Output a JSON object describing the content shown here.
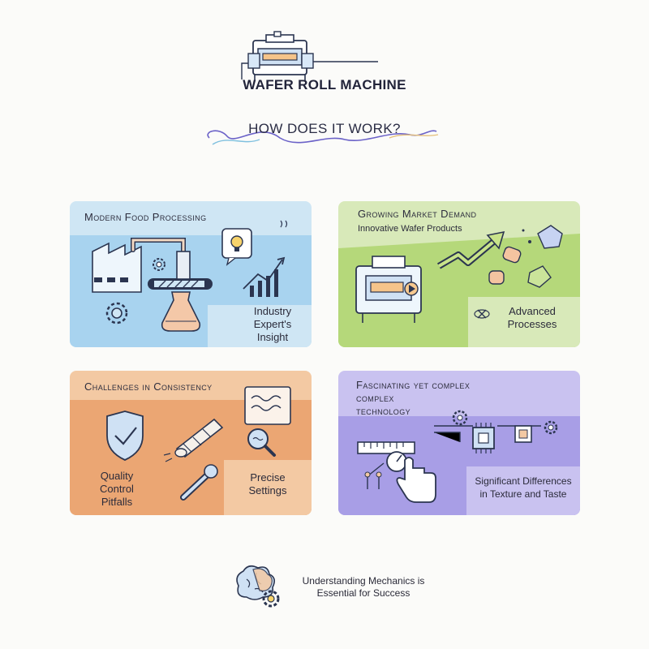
{
  "header": {
    "title": "WAFER ROLL MACHINE",
    "subtitle": "HOW DOES IT WORK?",
    "icon": "wafer-machine-icon"
  },
  "panels": [
    {
      "title": "Modern Food Processing",
      "subtitle": "",
      "caption": [
        "Industry",
        "Expert's",
        "Insight"
      ],
      "color": "#cfe6f4",
      "icons": [
        "factory-icon",
        "conveyor-icon",
        "lightbulb-icon",
        "growth-chart-icon",
        "gear-icon",
        "flask-icon"
      ]
    },
    {
      "title": "Growing Market Demand",
      "subtitle": "Innovative Wafer Products",
      "caption": [
        "Advanced",
        "Processes"
      ],
      "color": "#d8e9b9",
      "icons": [
        "wafer-machine-icon",
        "trend-arrow-icon",
        "wafer-pieces-icon"
      ]
    },
    {
      "title": "Challenges in Consistency",
      "subtitle": "",
      "caption_left": [
        "Quality",
        "Control",
        "Pitfalls"
      ],
      "caption_right": [
        "Precise",
        "Settings"
      ],
      "color": "#f3c9a3",
      "icons": [
        "shield-check-icon",
        "wafer-roll-icon",
        "wrench-icon",
        "document-chart-icon",
        "magnifier-icon"
      ]
    },
    {
      "title": "Fascinating yet complex",
      "title2": "complex",
      "title3": "technology",
      "caption": [
        "Significant Differences",
        "in Texture and Taste"
      ],
      "color": "#c9c2f0",
      "icons": [
        "ruler-icon",
        "dial-icon",
        "pointer-hand-icon",
        "chip-icon",
        "gear-icon"
      ]
    }
  ],
  "footer": {
    "line1": "Understanding Mechanics is",
    "line2": "Essential for Success",
    "icon": "brain-gear-icon"
  }
}
